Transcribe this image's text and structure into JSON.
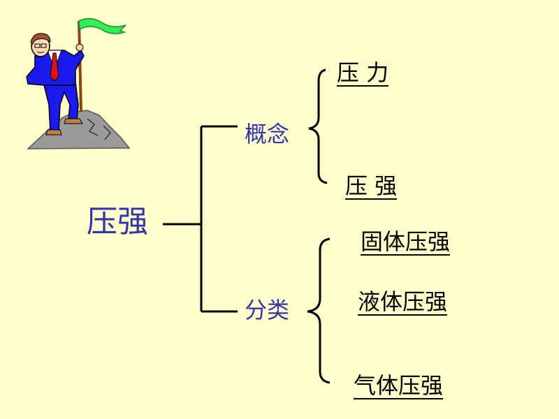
{
  "root": {
    "label": "压强"
  },
  "branches": [
    {
      "label": "概念",
      "children": [
        "压 力",
        "压 强"
      ]
    },
    {
      "label": "分类",
      "children": [
        "固体压强",
        "液体压强",
        "气体压强"
      ]
    }
  ],
  "colors": {
    "background": "#ffffcc",
    "primary_text": "#3333aa",
    "leaf_text": "#000000",
    "suit": "#1a1aee",
    "flag": "#33ee55",
    "tie": "#dd1111",
    "rock": "#999999"
  }
}
